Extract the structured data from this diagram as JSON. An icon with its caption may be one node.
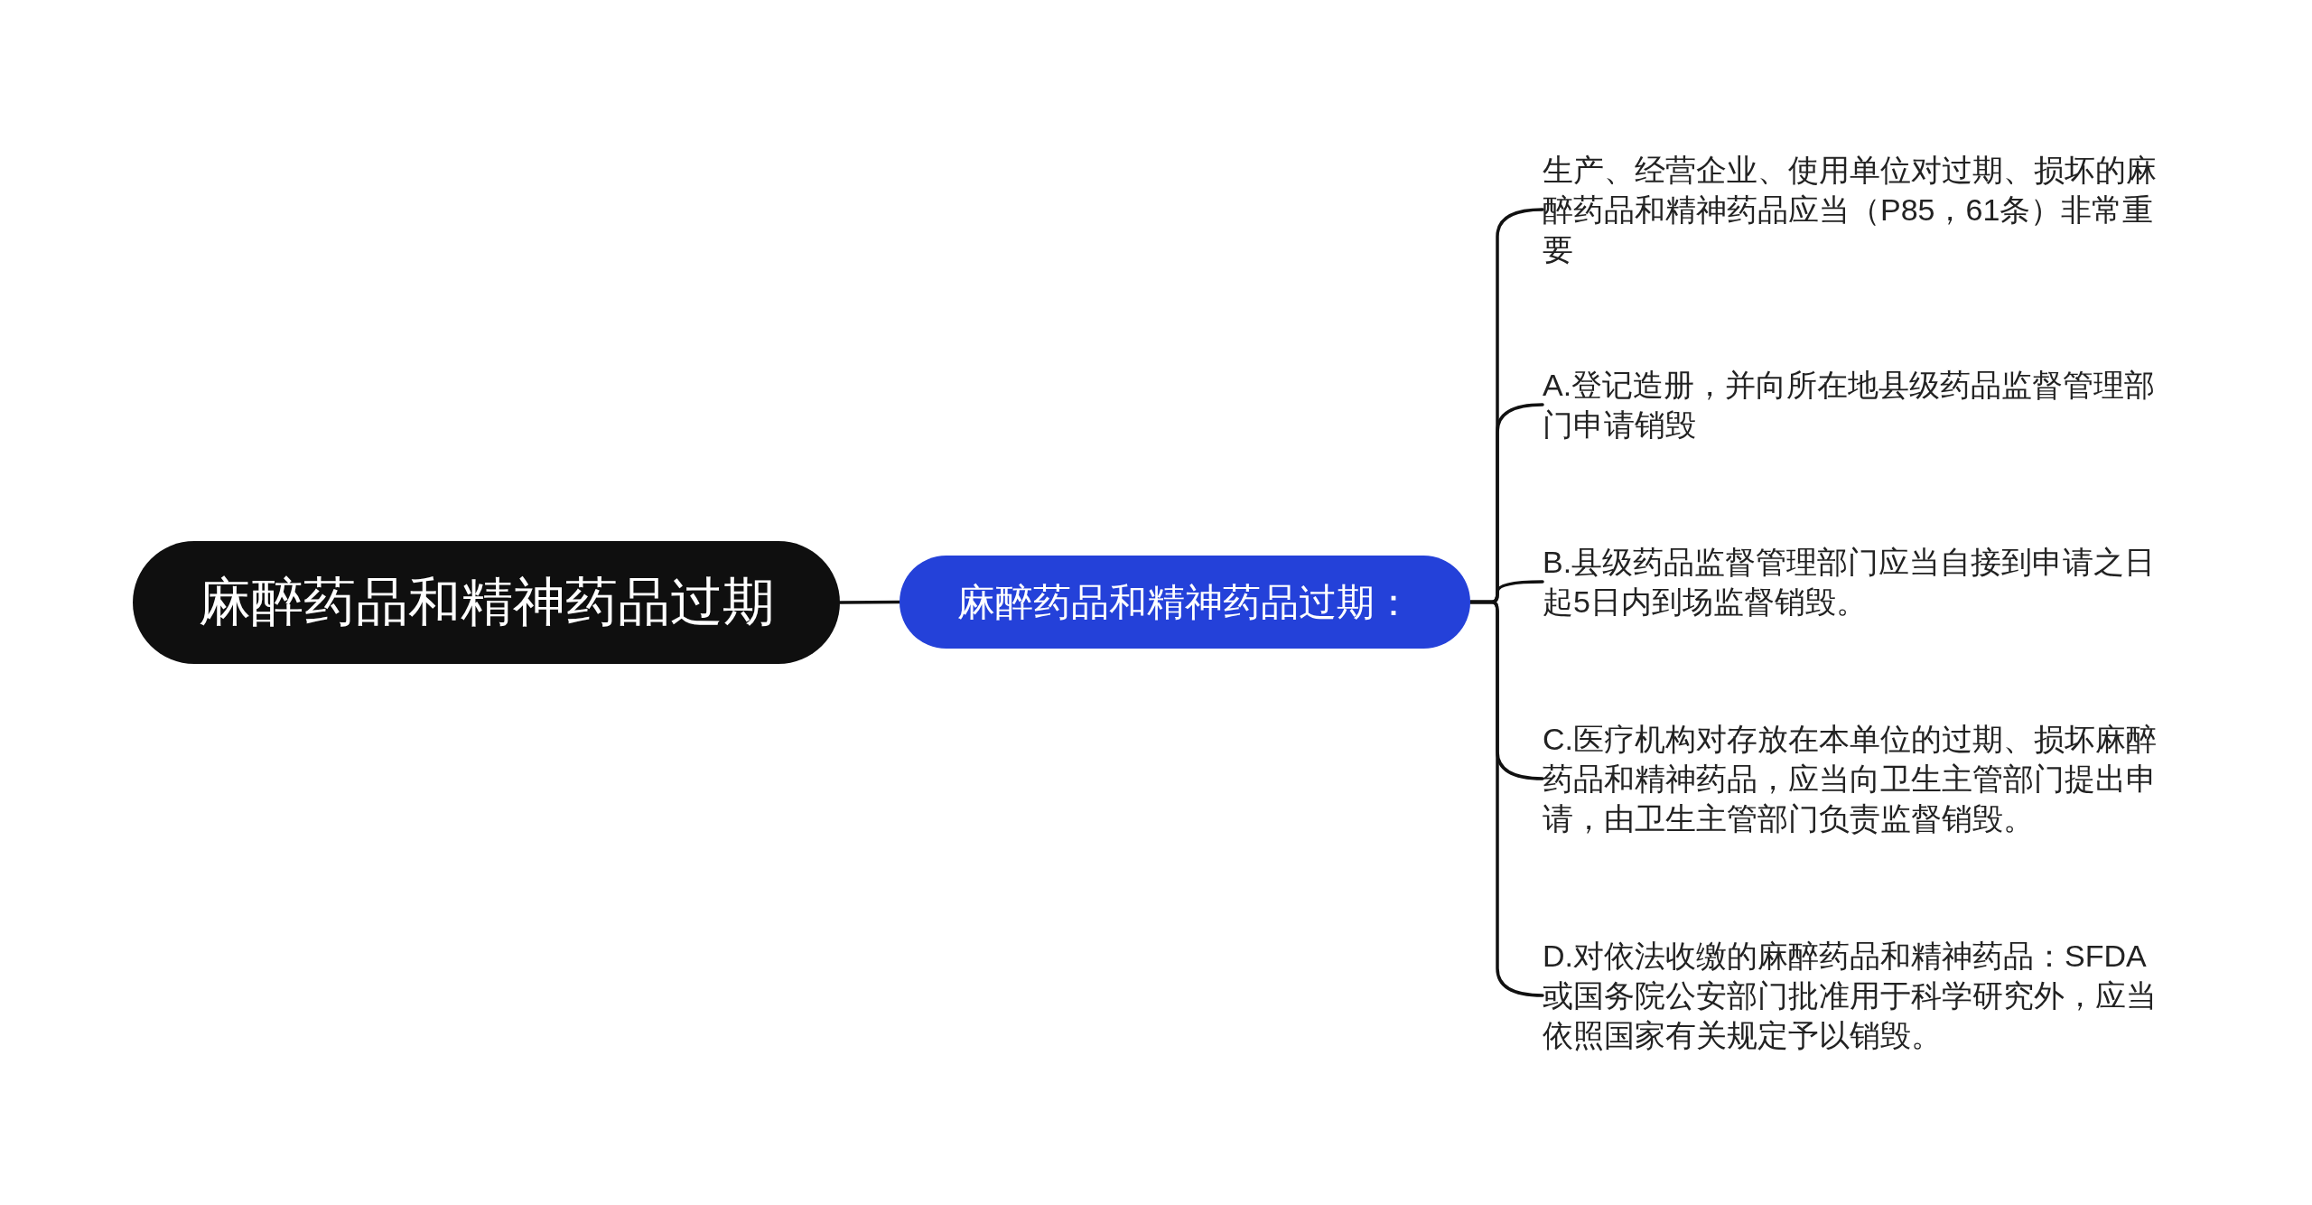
{
  "diagram": {
    "nodes": [
      {
        "text": [
          "麻醉药品和精神药品过期"
        ]
      },
      {
        "text": [
          "麻醉药品和精神药品过期："
        ]
      },
      {
        "text": [
          "生产、经营企业、使用单位对过期、损坏的麻醉药品和精神药品应当（P85，61条）非常重要"
        ]
      },
      {
        "text": [
          "A.登记造册，并向所在地县级药品监督管理部门申请销毁"
        ]
      },
      {
        "text": [
          "B.县级药品监督管理部门应当自接到申请之日起5日内到场监督销毁。"
        ]
      },
      {
        "text": [
          "C.医疗机构对存放在本单位的过期、损坏麻醉药品和精神药品，应当向卫生主管部门提出申请，由卫生主管部门负责监督销毁。"
        ]
      },
      {
        "text": [
          "D.对依法收缴的麻醉药品和精神药品：SFDA或国务院公安部门批准用于科学研究外，应当依照国家有关规定予以销毁。"
        ]
      }
    ],
    "edges": [
      {
        "from": 0,
        "to": 1,
        "arrow": "none"
      },
      {
        "from": 1,
        "to": 2,
        "arrow": "none"
      },
      {
        "from": 1,
        "to": 3,
        "arrow": "none"
      },
      {
        "from": 1,
        "to": 4,
        "arrow": "none"
      },
      {
        "from": 1,
        "to": 5,
        "arrow": "none"
      },
      {
        "from": 1,
        "to": 6,
        "arrow": "none"
      }
    ]
  }
}
